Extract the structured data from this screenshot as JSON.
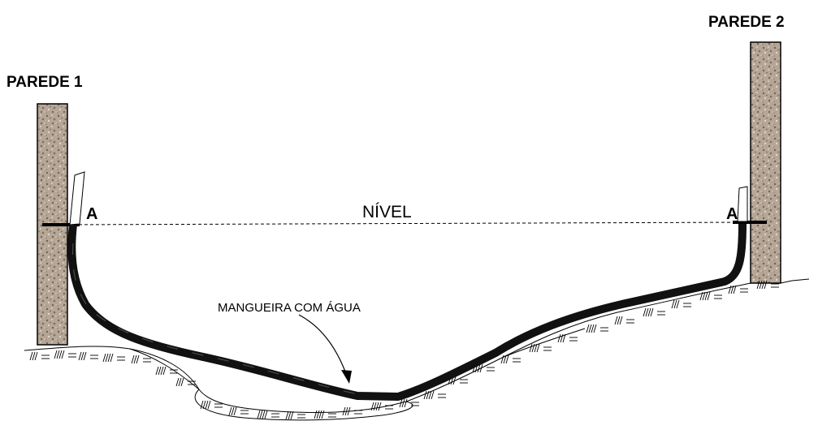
{
  "labels": {
    "wall_left": "PAREDE 1",
    "wall_right": "PAREDE 2",
    "point_left": "A",
    "point_right": "A",
    "level": "NÍVEL",
    "hose": "MANGUEIRA COM ÁGUA"
  },
  "colors": {
    "wall_fill": "#b7a898",
    "hose": "#111111",
    "line": "#000000"
  }
}
